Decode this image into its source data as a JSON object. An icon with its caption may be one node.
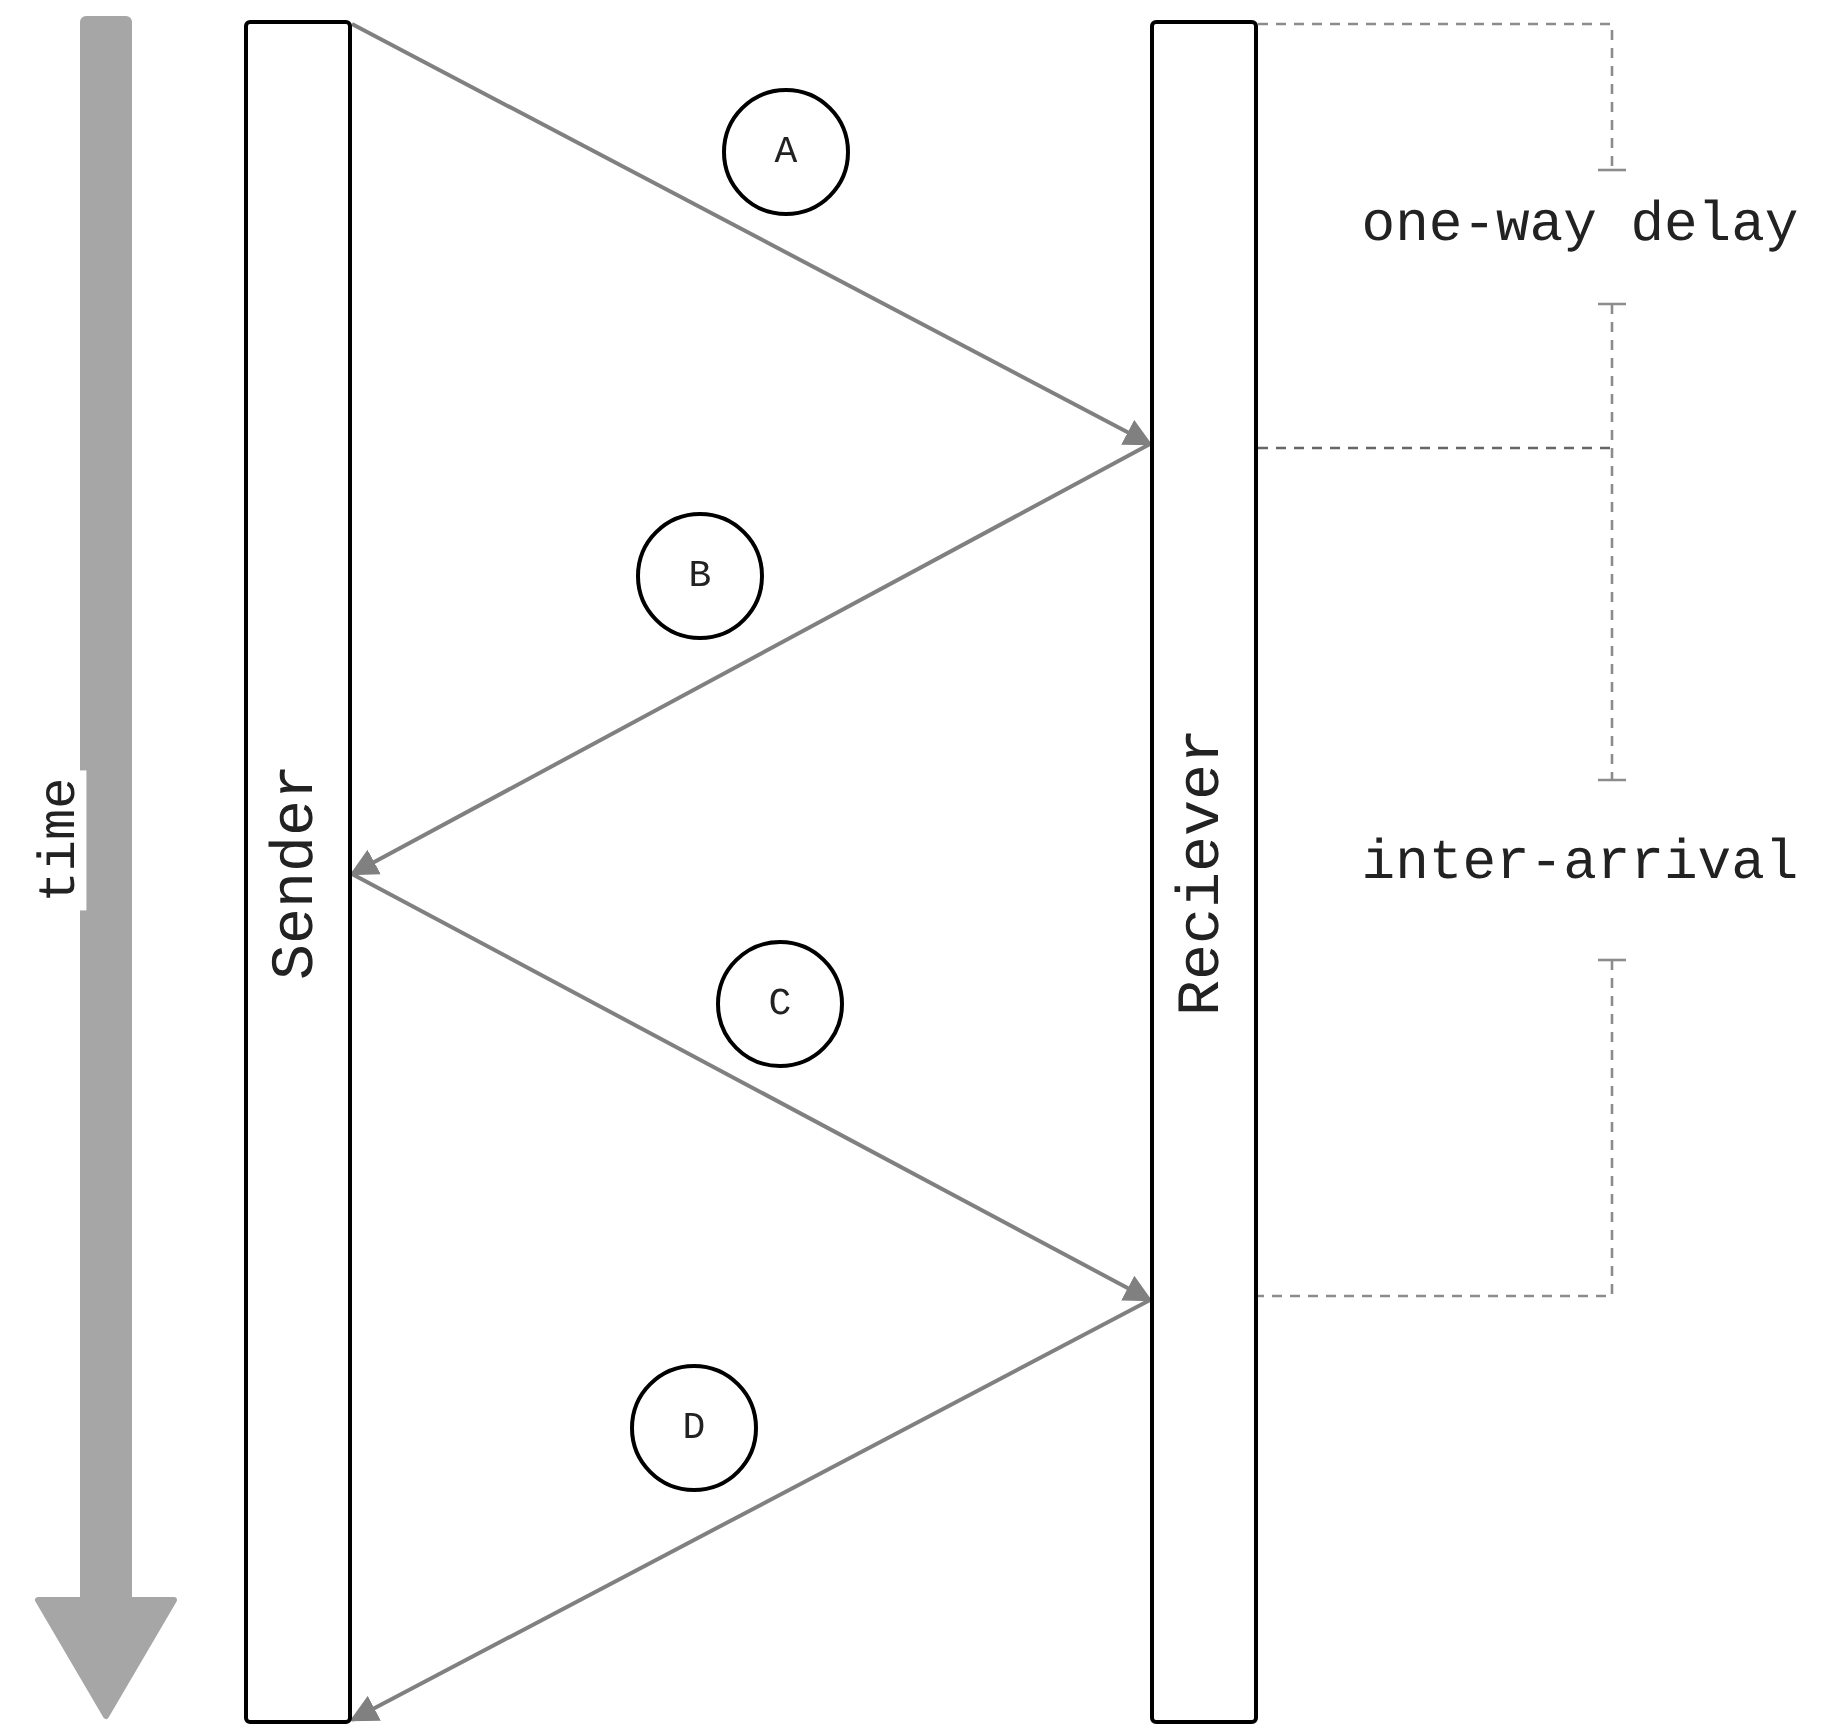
{
  "diagram": {
    "nodes": [
      {
        "text": [
          "Sender"
        ]
      },
      {
        "text": [
          "Reciever"
        ]
      },
      {
        "text": [
          "A"
        ]
      },
      {
        "text": [
          "B"
        ]
      },
      {
        "text": [
          "C"
        ]
      },
      {
        "text": [
          "D"
        ]
      }
    ],
    "edges": [
      {
        "from": 0,
        "to": 1,
        "arrow": "to"
      },
      {
        "from": 1,
        "to": 0,
        "arrow": "to"
      },
      {
        "from": 0,
        "to": 1,
        "arrow": "to"
      },
      {
        "from": 1,
        "to": 0,
        "arrow": "to"
      }
    ],
    "labels": [
      "time",
      "one-way delay",
      "inter-arrival"
    ]
  }
}
